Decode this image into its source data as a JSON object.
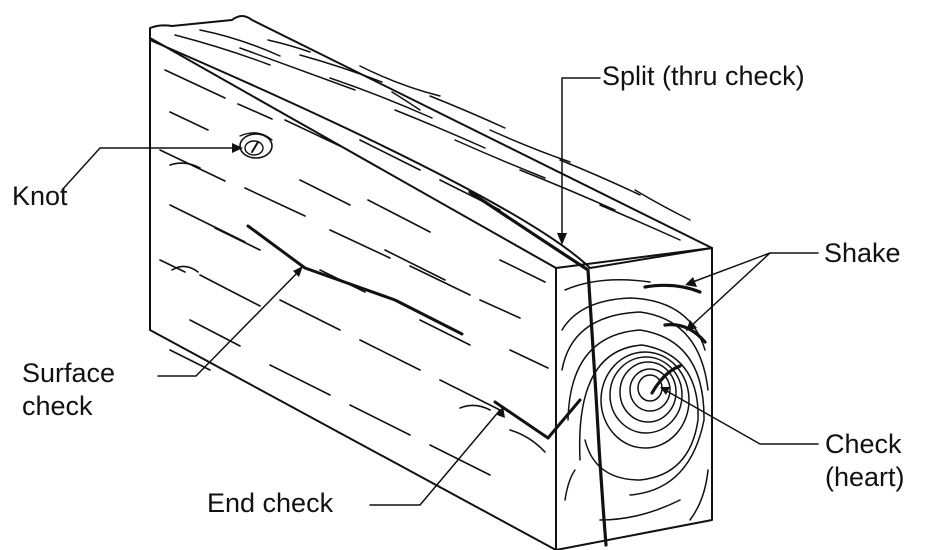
{
  "labels": {
    "split": "Split (thru check)",
    "knot": "Knot",
    "shake": "Shake",
    "surface_check": [
      "Surface",
      "check"
    ],
    "check_heart": [
      "Check",
      "(heart)"
    ],
    "end_check": "End check"
  },
  "colors": {
    "stroke": "#111111",
    "background": "#ffffff"
  }
}
